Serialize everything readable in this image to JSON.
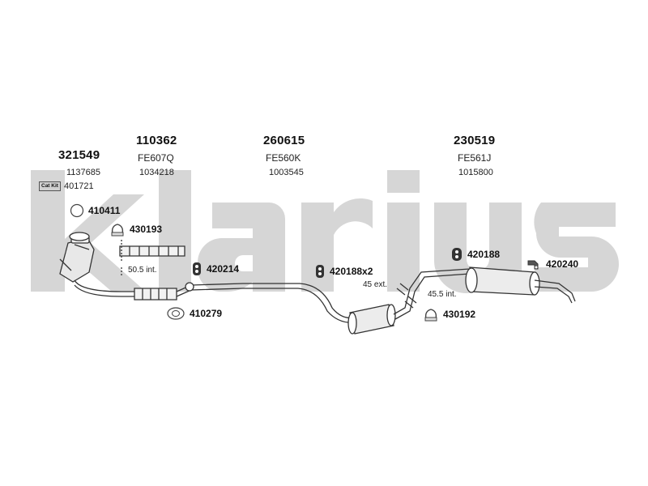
{
  "watermark": {
    "text": "klarius",
    "color": "#d6d6d6"
  },
  "groups": [
    {
      "id": "catalyst",
      "part_no": "321549",
      "ref": "1137685",
      "kit_badge": "Cat Kit",
      "kit_ref": "401721"
    },
    {
      "id": "front-pipe",
      "part_no": "110362",
      "code": "FE607Q",
      "ref": "1034218"
    },
    {
      "id": "center-silencer",
      "part_no": "260615",
      "code": "FE560K",
      "ref": "1003545"
    },
    {
      "id": "rear-silencer",
      "part_no": "230519",
      "code": "FE561J",
      "ref": "1015800"
    }
  ],
  "accessories": [
    {
      "id": "410411",
      "label": "410411",
      "icon": "ring-gasket-icon"
    },
    {
      "id": "430193",
      "label": "430193",
      "icon": "clamp-icon"
    },
    {
      "id": "420214",
      "label": "420214",
      "icon": "rubber-mount-icon"
    },
    {
      "id": "410279",
      "label": "410279",
      "icon": "flange-gasket-icon"
    },
    {
      "id": "420188",
      "label": "420188x2",
      "icon": "rubber-mount-icon"
    },
    {
      "id": "420188b",
      "label": "420188",
      "icon": "rubber-mount-icon"
    },
    {
      "id": "420240",
      "label": "420240",
      "icon": "bracket-icon"
    },
    {
      "id": "430192",
      "label": "430192",
      "icon": "clamp-icon"
    }
  ],
  "dimensions": [
    {
      "id": "d1",
      "label": "50.5 int."
    },
    {
      "id": "d2",
      "label": "45 ext."
    },
    {
      "id": "d3",
      "label": "45.5 int."
    }
  ]
}
